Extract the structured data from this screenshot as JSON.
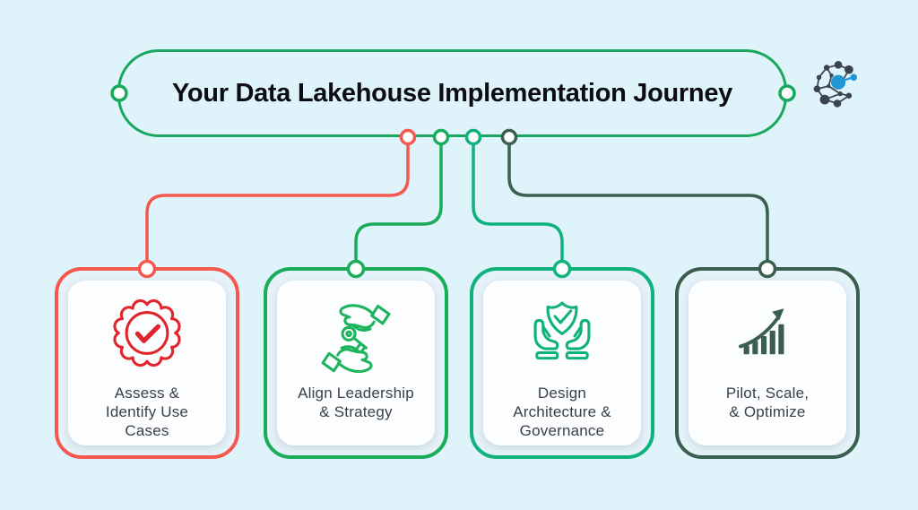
{
  "canvas": {
    "background_color": "#dff3fa"
  },
  "header": {
    "title": "Your Data Lakehouse Implementation Journey",
    "border_color": "#17a85c"
  },
  "logo": {
    "name": "network-graph-logo",
    "node_color": "#3a434e",
    "accent_color": "#2196d3"
  },
  "cards": [
    {
      "icon": "badge-check-icon",
      "color": "#f4584e",
      "icon_color": "#e2242b",
      "label": "Assess & Identify Use Cases",
      "lines": [
        "Assess &",
        "Identify Use",
        "Cases"
      ]
    },
    {
      "icon": "hands-key-icon",
      "color": "#19ac59",
      "icon_color": "#1db45e",
      "label": "Align Leadership & Strategy",
      "lines": [
        "Align Leadership",
        "& Strategy"
      ]
    },
    {
      "icon": "shield-hands-icon",
      "color": "#0fb27d",
      "icon_color": "#0fb27d",
      "label": "Design Architecture & Governance",
      "lines": [
        "Design",
        "Architecture &",
        "Governance"
      ]
    },
    {
      "icon": "growth-chart-icon",
      "color": "#3a5f4e",
      "icon_color": "#3a5f4e",
      "label": "Pilot, Scale, & Optimize",
      "lines": [
        "Pilot, Scale,",
        "& Optimize"
      ]
    }
  ]
}
